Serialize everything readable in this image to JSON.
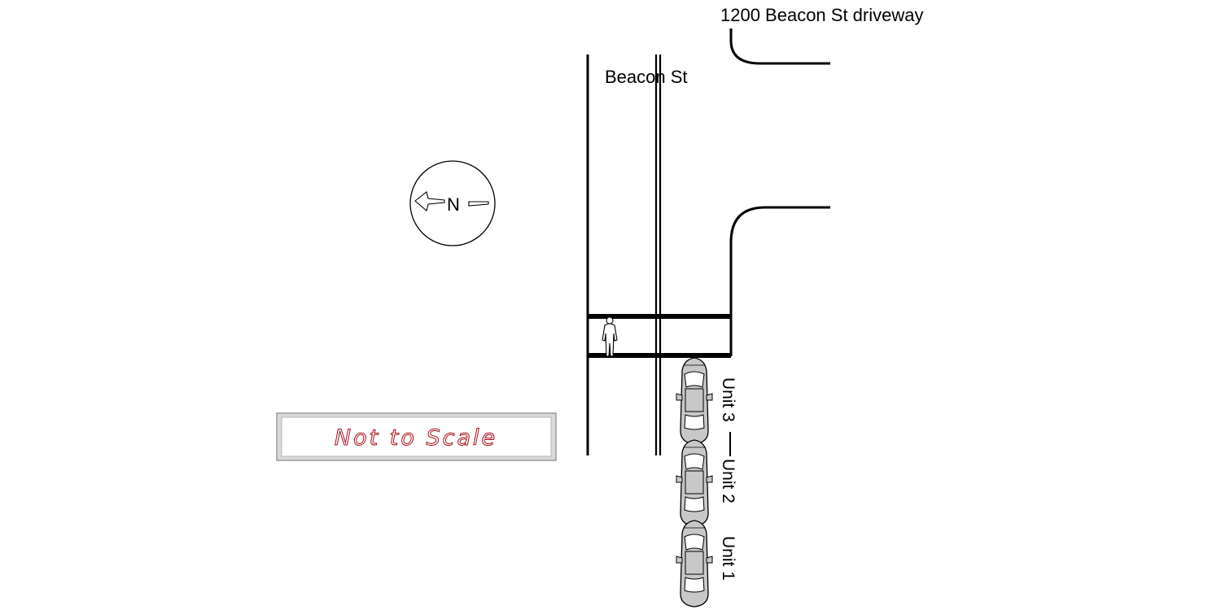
{
  "labels": {
    "driveway": "1200 Beacon St driveway",
    "street": "Beacon St",
    "north": "N",
    "not_to_scale": "Not to Scale",
    "units": [
      "Unit 3",
      "Unit 2",
      "Unit 1"
    ]
  },
  "colors": {
    "line": "#000000",
    "car_body": "#c8c8c8",
    "car_window": "#ffffff",
    "scale_box": "#d9d9d9",
    "scale_text": "#a50f1a"
  },
  "icons": {
    "compass": "north-compass-icon",
    "pedestrian": "pedestrian-icon",
    "car": "car-icon"
  }
}
